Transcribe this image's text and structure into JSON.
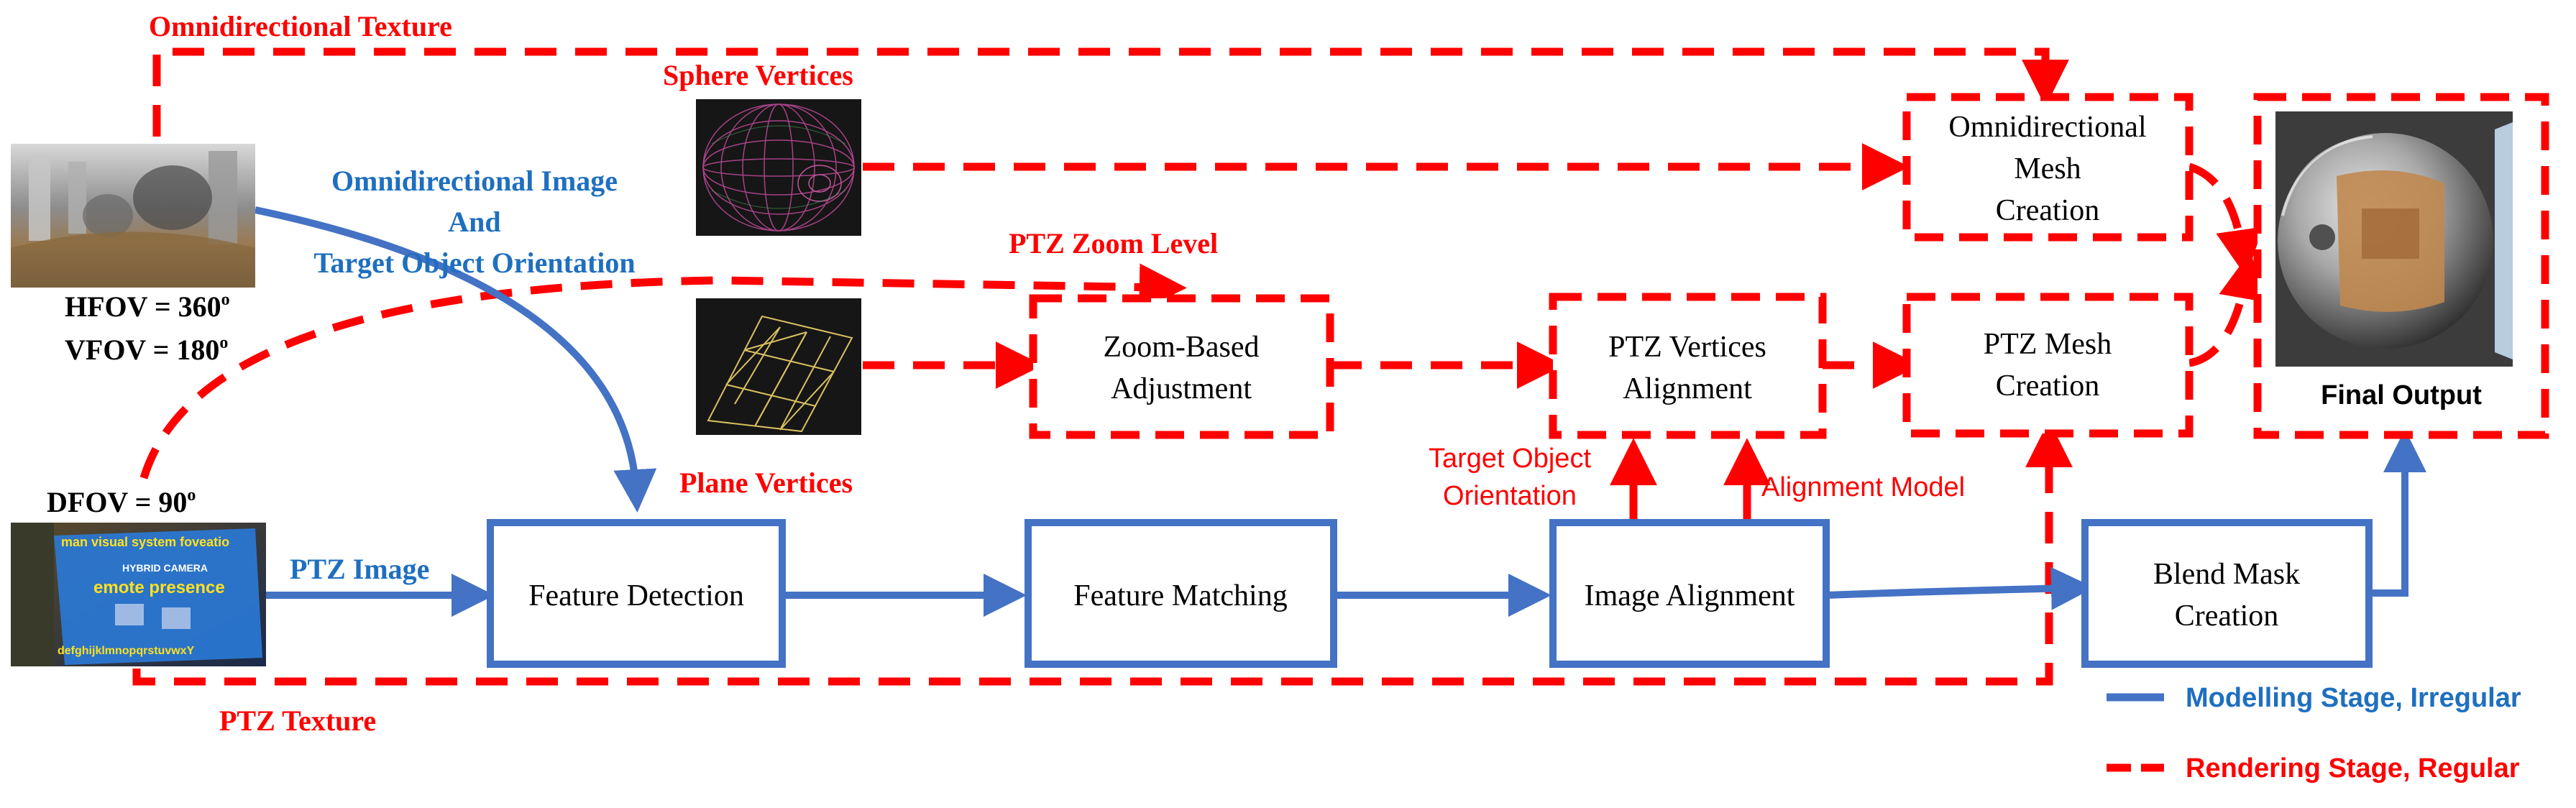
{
  "colors": {
    "modelling": "#4472c4",
    "rendering": "#ff0000",
    "label_blue": "#1f6fc0",
    "text": "#000000"
  },
  "labels": {
    "omni_texture": "Omnidirectional Texture",
    "sphere_vertices": "Sphere Vertices",
    "omni_image_line1": "Omnidirectional Image",
    "omni_image_line2": "And",
    "omni_image_line3": "Target Object Orientation",
    "ptz_zoom_level": "PTZ Zoom Level",
    "hfov": "HFOV = 360",
    "vfov": "VFOV = 180",
    "dfov": "DFOV = 90",
    "degree_mark": "o",
    "plane_vertices": "Plane Vertices",
    "ptz_image": "PTZ Image",
    "ptz_texture": "PTZ Texture",
    "target_object_line1": "Target Object",
    "target_object_line2": "Orientation",
    "alignment_model": "Alignment Model",
    "final_output": "Final Output"
  },
  "boxes": {
    "omni_mesh": [
      "Omnidirectional",
      "Mesh",
      "Creation"
    ],
    "zoom_adjust": [
      "Zoom-Based",
      "Adjustment"
    ],
    "ptz_vertices": [
      "PTZ Vertices",
      "Alignment"
    ],
    "ptz_mesh": [
      "PTZ Mesh",
      "Creation"
    ],
    "feature_detection": [
      "Feature Detection"
    ],
    "feature_matching": [
      "Feature Matching"
    ],
    "image_alignment": [
      "Image Alignment"
    ],
    "blend_mask": [
      "Blend Mask",
      "Creation"
    ]
  },
  "legend": {
    "modelling": "Modelling Stage, Irregular",
    "rendering": "Rendering Stage, Regular"
  },
  "images": {
    "omni_panorama": "omnidirectional-panorama-image",
    "sphere_mesh": "sphere-wireframe-image",
    "plane_mesh": "plane-wireframe-image",
    "ptz_photo": "ptz-camera-image",
    "final_render": "final-output-sphere-image"
  },
  "ptz_photo_text": {
    "line1": "man visual system foveatio",
    "line2": "HYBRID CAMERA",
    "line3": "emote presence",
    "line4": "defghijklmnopqrstuvwxY"
  }
}
